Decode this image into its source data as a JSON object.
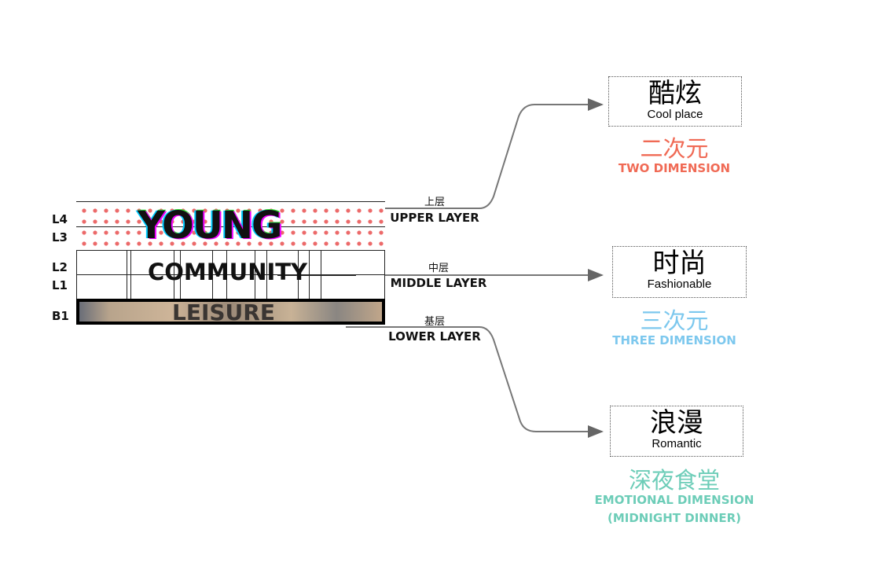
{
  "levels": [
    "L4",
    "L3",
    "L2",
    "L1",
    "B1"
  ],
  "stack": {
    "upper_word": "YOUNG",
    "middle_word": "COMMUNITY",
    "lower_word": "LEISURE"
  },
  "layers": [
    {
      "zh": "上层",
      "en": "UPPER LAYER"
    },
    {
      "zh": "中层",
      "en": "MIDDLE LAYER"
    },
    {
      "zh": "基层",
      "en": "LOWER LAYER"
    }
  ],
  "targets": [
    {
      "zh": "酷炫",
      "en": "Cool place",
      "dim_zh": "二次元",
      "dim_en": "TWO DIMENSION",
      "dim_en2": "",
      "color": "#f06a55"
    },
    {
      "zh": "时尚",
      "en": "Fashionable",
      "dim_zh": "三次元",
      "dim_en": "THREE DIMENSION",
      "dim_en2": "",
      "color": "#7dc8ee"
    },
    {
      "zh": "浪漫",
      "en": "Romantic",
      "dim_zh": "深夜食堂",
      "dim_en": "EMOTIONAL DIMENSION",
      "dim_en2": "(MIDNIGHT DINNER)",
      "color": "#6dcdb8"
    }
  ]
}
